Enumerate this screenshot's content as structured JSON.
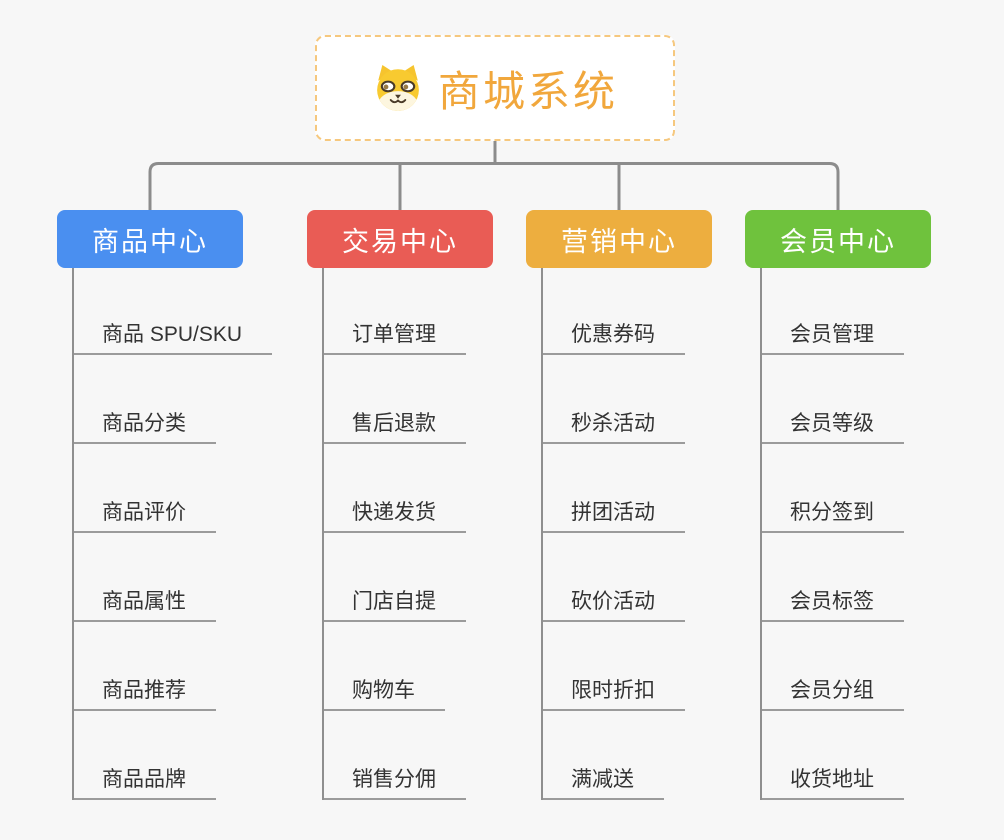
{
  "root": {
    "title": "商城系统",
    "icon": "dog-face-icon"
  },
  "branches": [
    {
      "label": "商品中心",
      "color": "#4a8ff0",
      "children": [
        "商品 SPU/SKU",
        "商品分类",
        "商品评价",
        "商品属性",
        "商品推荐",
        "商品品牌"
      ]
    },
    {
      "label": "交易中心",
      "color": "#e95c55",
      "children": [
        "订单管理",
        "售后退款",
        "快递发货",
        "门店自提",
        "购物车",
        "销售分佣"
      ]
    },
    {
      "label": "营销中心",
      "color": "#edae3f",
      "children": [
        "优惠券码",
        "秒杀活动",
        "拼团活动",
        "砍价活动",
        "限时折扣",
        "满减送"
      ]
    },
    {
      "label": "会员中心",
      "color": "#6fc23d",
      "children": [
        "会员管理",
        "会员等级",
        "积分签到",
        "会员标签",
        "会员分组",
        "收货地址"
      ]
    }
  ],
  "colors": {
    "background": "#f7f7f7",
    "connector": "#8c8c8c",
    "underline": "#9b9b9b",
    "root_text": "#f1a73c",
    "root_border": "#f6c87e",
    "leaf_text": "#333333"
  }
}
